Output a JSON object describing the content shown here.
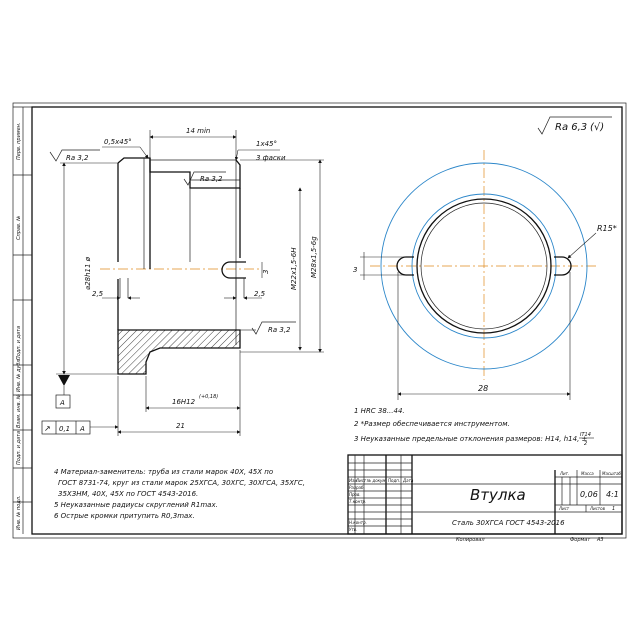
{
  "drawing": {
    "roughness_general": "Ra 6,3",
    "roughness_general_suffix": "(√)",
    "side_stamps": [
      "Перв. примен.",
      "Справ. №",
      "Подп. и дата",
      "Инв. № дубл.",
      "Взам. инв. №",
      "Подп. и дата",
      "Инв. № подл."
    ],
    "section_view": {
      "dim_14": "14 min",
      "chamfer_left": "0,5x45°",
      "chamfer_right": "1x45°",
      "chamfer_note": "3 фаски",
      "ra_left": "Ra 3,2",
      "ra_top": "Ra 3,2",
      "ra_bottom": "Ra 3,2",
      "dia_outer": "⌀28h11 ø",
      "thread": "M22x1,5-6H",
      "thread_outer": "M28x1,5-6g",
      "dim_2_5_left": "2,5",
      "dim_2_5_right": "2,5",
      "dim_3": "3",
      "dim_16": "16H12",
      "dim_16_tol": "(+0,18)",
      "dim_21": "21",
      "datum": "A",
      "runout_value": "0,1",
      "runout_datum": "A",
      "runout_symbol": "↗"
    },
    "front_view": {
      "dim_3": "3",
      "dim_28": "28",
      "radius": "R15*"
    },
    "notes_right": [
      "1  HRC 38...44.",
      "2  *Размер обеспечивается инструментом.",
      "3  Неуказанные предельные отклонения размеров: H14, h14, ±"
    ],
    "notes_right_frac_top": "IT14",
    "notes_right_frac_bottom": "2",
    "notes_left": [
      "4  Материал-заменитель: труба из стали марок 40Х, 45Х по",
      "ГОСТ 8731-74, круг из стали марок 25ХГСА, 30ХГС, 30ХГСА, 35ХГС,",
      "35ХЗНМ, 40Х, 45Х по ГОСТ 4543-2016.",
      "5  Неуказанные радиусы скруглений R1max.",
      "6  Острые кромки притупить R0,3max."
    ]
  },
  "title_block": {
    "part_name": "Втулка",
    "material": "Сталь 30ХГСА ГОСТ 4543-2016",
    "mass": "0,06",
    "scale": "4:1",
    "col_lit": "Лит.",
    "col_mass": "Масса",
    "col_scale": "Масштаб",
    "row_izm": "Изм.",
    "row_list": "Лист",
    "row_doc": "№ докум.",
    "row_sign": "Подп.",
    "row_date": "Дата",
    "role_razrab": "Разраб.",
    "role_prov": "Пров.",
    "role_tkontr": "Т.контр.",
    "role_nkontr": "Н.контр.",
    "role_utv": "Утв.",
    "sheet_label": "Лист",
    "sheets_label": "Листов",
    "sheets_value": "1",
    "copied_label": "Копировал",
    "format_label": "Формат",
    "format_value": "A3"
  },
  "colors": {
    "axis": "#e08a1e",
    "front_view_outline": "#2b86c9",
    "line": "#111111",
    "hatch": "#111111"
  }
}
